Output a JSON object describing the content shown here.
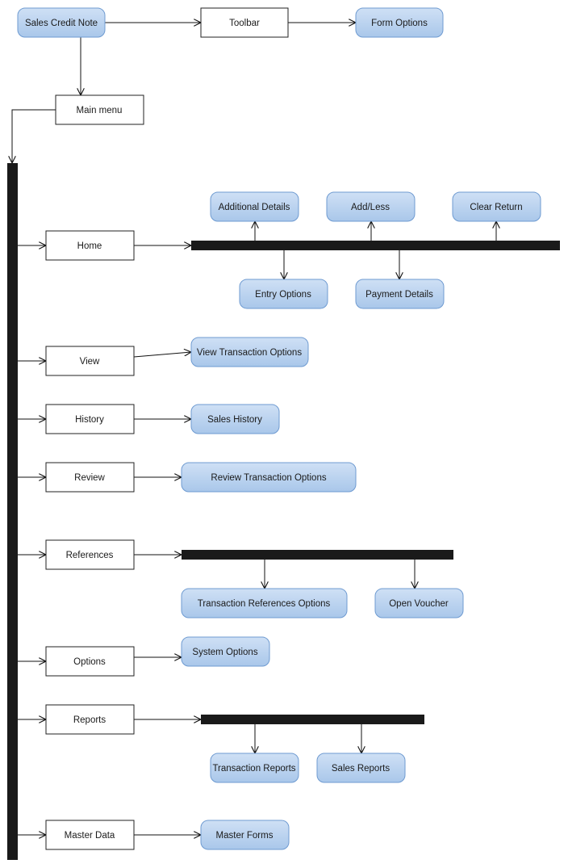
{
  "colors": {
    "node_fill_top": "#cfe0f5",
    "node_fill_bottom": "#a9c7ea",
    "node_border": "#6f9bd1",
    "bar": "#1a1a1a"
  },
  "nodes": {
    "sales_credit_note": "Sales Credit Note",
    "toolbar": "Toolbar",
    "form_options": "Form Options",
    "main_menu": "Main menu",
    "home": "Home",
    "additional_details": "Additional Details",
    "add_less": "Add/Less",
    "clear_return": "Clear Return",
    "entry_options": "Entry Options",
    "payment_details": "Payment Details",
    "view": "View",
    "view_transaction_options": "View Transaction Options",
    "history": "History",
    "sales_history": "Sales History",
    "review": "Review",
    "review_transaction_options": "Review Transaction Options",
    "references": "References",
    "transaction_references_options": "Transaction References Options",
    "open_voucher": "Open Voucher",
    "options": "Options",
    "system_options": "System Options",
    "reports": "Reports",
    "transaction_reports": "Transaction Reports",
    "sales_reports": "Sales Reports",
    "master_data": "Master Data",
    "master_forms": "Master Forms"
  }
}
